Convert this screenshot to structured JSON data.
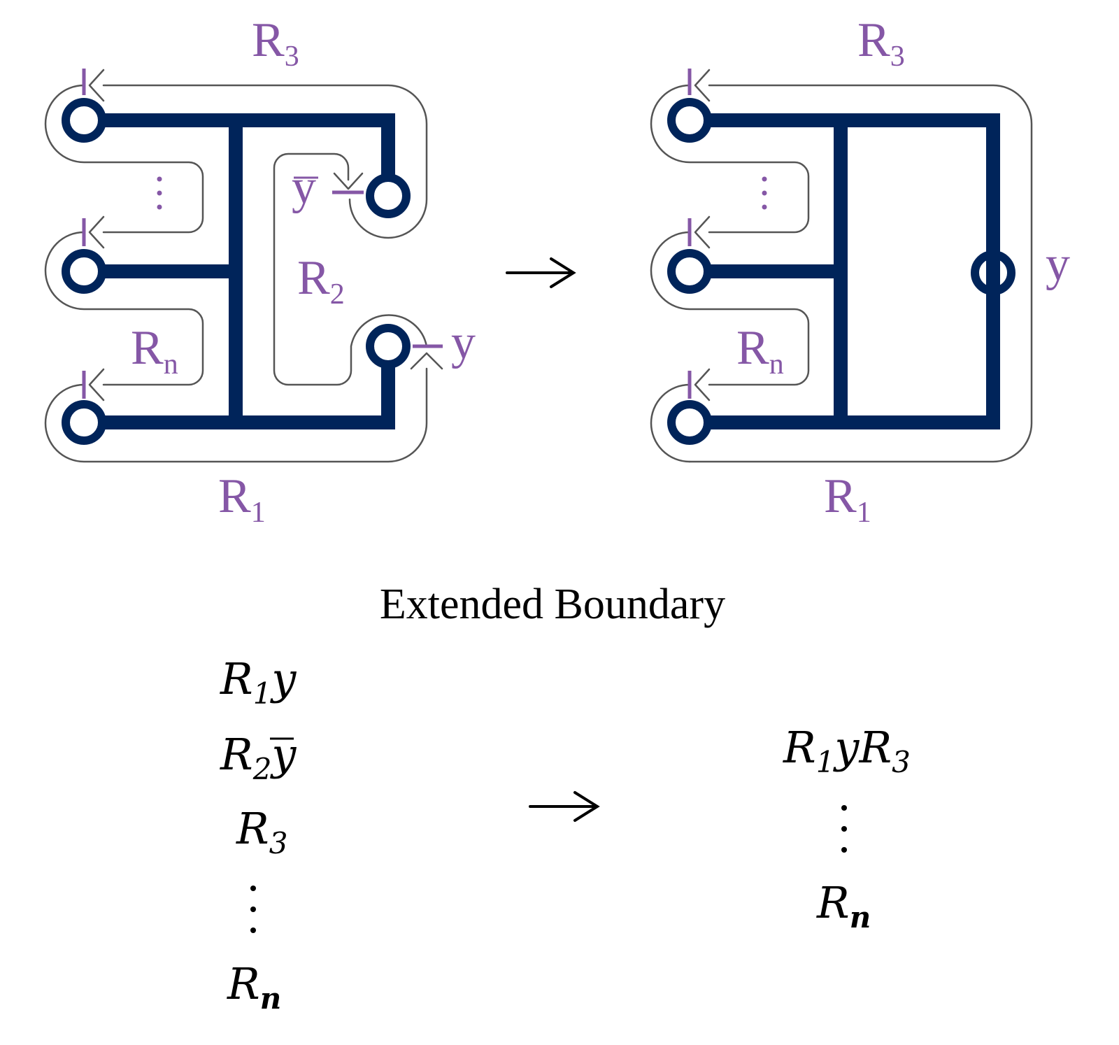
{
  "left_diagram": {
    "labels": {
      "r3": {
        "main": "R",
        "sub": "3"
      },
      "r2": {
        "main": "R",
        "sub": "2"
      },
      "rn": {
        "main": "R",
        "sub": "n"
      },
      "r1": {
        "main": "R",
        "sub": "1"
      },
      "ybar": "y",
      "y": "y"
    }
  },
  "right_diagram": {
    "labels": {
      "r3": {
        "main": "R",
        "sub": "3"
      },
      "rn": {
        "main": "R",
        "sub": "n"
      },
      "r1": {
        "main": "R",
        "sub": "1"
      },
      "y": "y"
    }
  },
  "caption": "Extended Boundary",
  "boundary_before": {
    "items": [
      {
        "parts": [
          "R",
          "1",
          "y"
        ]
      },
      {
        "parts": [
          "R",
          "2",
          "y"
        ]
      },
      {
        "parts": [
          "R",
          "3"
        ]
      },
      {
        "parts": [
          "R",
          "n"
        ]
      }
    ]
  },
  "boundary_after": {
    "items": [
      {
        "parts": [
          "R",
          "1",
          "y",
          "R",
          "3"
        ]
      },
      {
        "parts": [
          "R",
          "n"
        ]
      }
    ]
  }
}
